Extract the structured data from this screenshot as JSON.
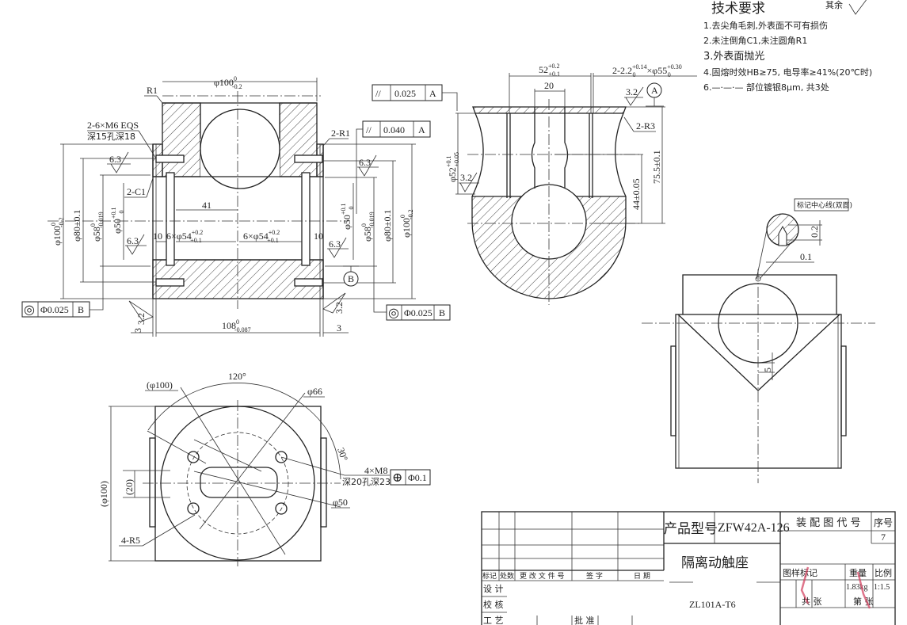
{
  "tech_requirements": {
    "title": "技术要求",
    "other_note": "其余",
    "items": [
      "1.去尖角毛刺,外表面不可有损伤",
      "2.未注倒角C1,未注圆角R1",
      "3.外表面抛光",
      "4.固熔时效HB≥75, 电导率≥41%(20℃时)",
      "6.—·—·— 部位镀银8μm, 共3处"
    ]
  },
  "front_view": {
    "r1": "R1",
    "phi100_top": {
      "main": "φ100",
      "up": "0",
      "low": "-0.2"
    },
    "thread_note_1": "2-6×M6 EQS",
    "thread_note_2": "深15孔深18",
    "chamfer": "2-C1",
    "fillet_right": "2-R1",
    "rough_63": "6.3",
    "rough_32": "3.2",
    "dim_41": "41",
    "dim_10": "10",
    "phi54": {
      "main": "6×φ54",
      "up": "+0.2",
      "low": "+0.1"
    },
    "phi100": {
      "main": "φ100",
      "up": "0",
      "low": "-0.2"
    },
    "phi80": "φ80±0.1",
    "phi58": {
      "main": "φ58",
      "up": "0",
      "low": "-0.019"
    },
    "phi50": {
      "main": "φ50",
      "up": "+0.1",
      "low": "0"
    },
    "dim_108": {
      "main": "108",
      "up": "0",
      "low": "-0.087"
    },
    "dim_3": "3",
    "datum_b": "B",
    "fcf_concentric": {
      "symbol": "◎",
      "value": "Φ0.025",
      "datum": "B"
    },
    "fcf_parallel_040": {
      "symbol": "//",
      "value": "0.040",
      "datum": "A"
    }
  },
  "side_view": {
    "fcf_parallel_025": {
      "symbol": "//",
      "value": "0.025",
      "datum": "A"
    },
    "dim_52": {
      "main": "52",
      "up": "+0.2",
      "low": "+0.1"
    },
    "dim_20": "20",
    "groove": {
      "main": "2-2.2",
      "up1": "+0.14",
      "low1": "0",
      "mid": "×φ55",
      "up2": "+0.30",
      "low2": "0"
    },
    "rough_32": "3.2",
    "datum_a": "A",
    "fillet": "2-R3",
    "phi52": {
      "main": "φ52",
      "up": "+0.1",
      "low": "+0.05"
    },
    "dim_75": "75.5±0.1",
    "dim_44": "44±0.05"
  },
  "right_view": {
    "mark_label": "标记中心线(双面)",
    "dim_02": "0.2",
    "dim_01": "0.1",
    "dim_5": "5"
  },
  "bottom_view": {
    "angle_120": "120°",
    "phi100_ref": "(φ100)",
    "phi66": "φ66",
    "angle_30": "30°",
    "holes_1": "4×M8",
    "holes_2": "深20孔深23",
    "fcf_position": {
      "symbol": "⊕",
      "value": "Φ0.1"
    },
    "phi50": "φ50",
    "phi100_vert": "(φ100)",
    "dim_20": "(20)",
    "r5": "4-R5"
  },
  "title_block": {
    "product_model_label": "产品型号",
    "product_model": "ZFW42A-126",
    "assembly_code_label": "装 配 图 代 号",
    "serial_label": "序号",
    "serial": "7",
    "part_name": "隔离动触座",
    "material": "ZL101A-T6",
    "drawing_mark_label": "图样标记",
    "weight_label": "重量",
    "weight": "1.83kg",
    "scale_label": "比例",
    "scale": "1:1.5",
    "total_sheets": "共  张",
    "sheet_no": "第  张",
    "header": [
      "标记",
      "处数",
      "更 改 文 件 号",
      "签  字",
      "日 期"
    ],
    "design": "设  计",
    "check": "校  核",
    "process": "工  艺",
    "approve": "批  准"
  }
}
